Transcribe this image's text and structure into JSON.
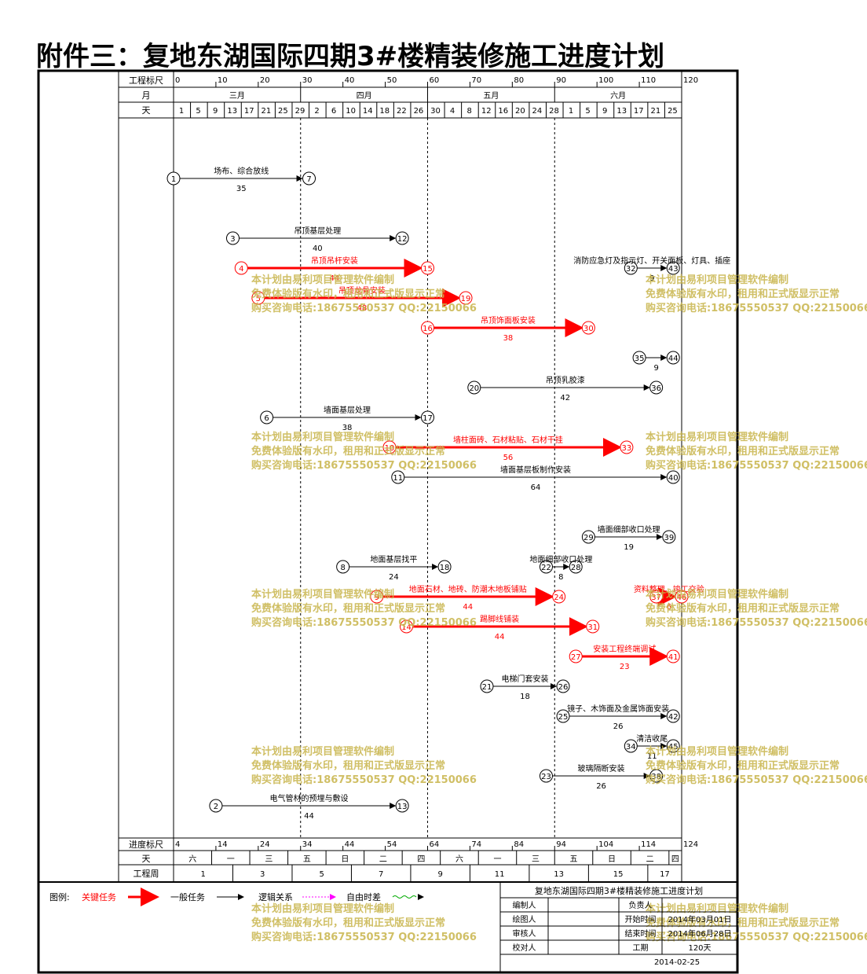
{
  "title": "附件三：复地东湖国际四期3#楼精装修施工进度计划",
  "header": {
    "scale_label": "工程标尺",
    "month_label": "月",
    "day_label": "天",
    "scale_ticks": [
      "0",
      "10",
      "20",
      "30",
      "40",
      "50",
      "60",
      "70",
      "80",
      "90",
      "100",
      "110",
      "120"
    ],
    "months": [
      "三月",
      "四月",
      "五月",
      "六月"
    ],
    "days": [
      "1",
      "5",
      "9",
      "13",
      "17",
      "21",
      "25",
      "29",
      "2",
      "6",
      "10",
      "14",
      "18",
      "22",
      "26",
      "30",
      "4",
      "8",
      "12",
      "16",
      "20",
      "24",
      "28",
      "1",
      "5",
      "9",
      "13",
      "17",
      "21",
      "25"
    ]
  },
  "footer": {
    "progress_label": "进度标尺",
    "progress_ticks": [
      "4",
      "14",
      "24",
      "34",
      "44",
      "54",
      "64",
      "74",
      "84",
      "94",
      "104",
      "114",
      "124"
    ],
    "weekday_label": "天",
    "weekdays": [
      "六",
      "一",
      "三",
      "五",
      "日",
      "二",
      "四",
      "六",
      "一",
      "三",
      "五",
      "日",
      "二",
      "四"
    ],
    "week_label": "工程周",
    "weeks": [
      "1",
      "3",
      "5",
      "7",
      "9",
      "11",
      "13",
      "15",
      "17"
    ]
  },
  "legend": {
    "label": "图例:",
    "critical": "关键任务",
    "general": "一般任务",
    "logic": "逻辑关系",
    "free_float": "自由时差"
  },
  "titleblock": {
    "title": "复地东湖国际四期3#楼精装修施工进度计划",
    "rows": [
      [
        "编制人",
        "",
        "负责人",
        ""
      ],
      [
        "绘图人",
        "",
        "开始时间",
        "2014年03月01日"
      ],
      [
        "审核人",
        "",
        "结束时间",
        "2014年06月28日"
      ],
      [
        "校对人",
        "",
        "工期",
        "120天"
      ]
    ],
    "date": "2014-02-25"
  },
  "watermark": [
    "本计划由易利项目管理软件编制",
    "免费体验版有水印，租用和正式版显示正常",
    "购买咨询电话:18675550537 QQ:22150066"
  ],
  "colors": {
    "critical": "#ff0000",
    "general": "#000000",
    "logic": "#000000",
    "free_float": "#ff00ff",
    "wave": "#00aa00",
    "watermark": "#c8b44a"
  },
  "chart_data": {
    "type": "table",
    "tasks": [
      {
        "from": "1",
        "to": "7",
        "name": "场布、综合放线",
        "duration": "35",
        "start": 0,
        "end": 32,
        "critical": false
      },
      {
        "from": "3",
        "to": "12",
        "name": "吊顶基层处理",
        "duration": "40",
        "start": 14,
        "end": 54,
        "critical": false
      },
      {
        "from": "4",
        "to": "15",
        "name": "吊顶吊杆安装",
        "duration": "44",
        "start": 16,
        "end": 60,
        "critical": true
      },
      {
        "from": "5",
        "to": "19",
        "name": "吊顶龙骨安装",
        "duration": "48",
        "start": 20,
        "end": 69,
        "critical": true
      },
      {
        "from": "16",
        "to": "30",
        "name": "吊顶饰面板安装",
        "duration": "38",
        "start": 60,
        "end": 98,
        "critical": true
      },
      {
        "from": "32",
        "to": "43",
        "name": "消防应急灯及指示灯、开关面板、灯具、插座",
        "duration": "9",
        "start": 108,
        "end": 118,
        "critical": false
      },
      {
        "from": "35",
        "to": "44",
        "name": "",
        "duration": "9",
        "start": 110,
        "end": 118,
        "critical": false
      },
      {
        "from": "20",
        "to": "36",
        "name": "吊顶乳胶漆",
        "duration": "42",
        "start": 71,
        "end": 114,
        "critical": false
      },
      {
        "from": "6",
        "to": "17",
        "name": "墙面基层处理",
        "duration": "38",
        "start": 22,
        "end": 60,
        "critical": false
      },
      {
        "from": "10",
        "to": "33",
        "name": "墙柱面砖、石材粘贴、石材干挂",
        "duration": "56",
        "start": 51,
        "end": 107,
        "critical": true
      },
      {
        "from": "11",
        "to": "40",
        "name": "墙面基层板制作安装",
        "duration": "64",
        "start": 53,
        "end": 118,
        "critical": false
      },
      {
        "from": "29",
        "to": "39",
        "name": "墙面细部收口处理",
        "duration": "19",
        "start": 98,
        "end": 117,
        "critical": false
      },
      {
        "from": "8",
        "to": "18",
        "name": "地面基层找平",
        "duration": "24",
        "start": 40,
        "end": 64,
        "critical": false
      },
      {
        "from": "22",
        "to": "28",
        "name": "地面细部收口处理",
        "duration": "8",
        "start": 88,
        "end": 95,
        "critical": false
      },
      {
        "from": "9",
        "to": "24",
        "name": "地面石材、地砖、防潮木地板铺贴",
        "duration": "44",
        "start": 48,
        "end": 91,
        "critical": true
      },
      {
        "from": "14",
        "to": "31",
        "name": "踢脚线铺装",
        "duration": "44",
        "start": 55,
        "end": 99,
        "critical": true
      },
      {
        "from": "37",
        "to": "46",
        "name": "资料整理、竣工交验",
        "duration": "6",
        "start": 114,
        "end": 120,
        "critical": true
      },
      {
        "from": "27",
        "to": "41",
        "name": "安装工程终端调试",
        "duration": "23",
        "start": 95,
        "end": 118,
        "critical": true
      },
      {
        "from": "21",
        "to": "26",
        "name": "电梯门套安装",
        "duration": "18",
        "start": 74,
        "end": 92,
        "critical": false
      },
      {
        "from": "25",
        "to": "42",
        "name": "镜子、木饰面及金属饰面安装",
        "duration": "26",
        "start": 92,
        "end": 118,
        "critical": false
      },
      {
        "from": "34",
        "to": "45",
        "name": "清洁收尾",
        "duration": "11",
        "start": 108,
        "end": 118,
        "critical": false
      },
      {
        "from": "23",
        "to": "38",
        "name": "玻璃隔断安装",
        "duration": "26",
        "start": 88,
        "end": 114,
        "critical": false
      },
      {
        "from": "2",
        "to": "13",
        "name": "电气管材的预埋与敷设",
        "duration": "44",
        "start": 10,
        "end": 54,
        "critical": false
      }
    ]
  }
}
